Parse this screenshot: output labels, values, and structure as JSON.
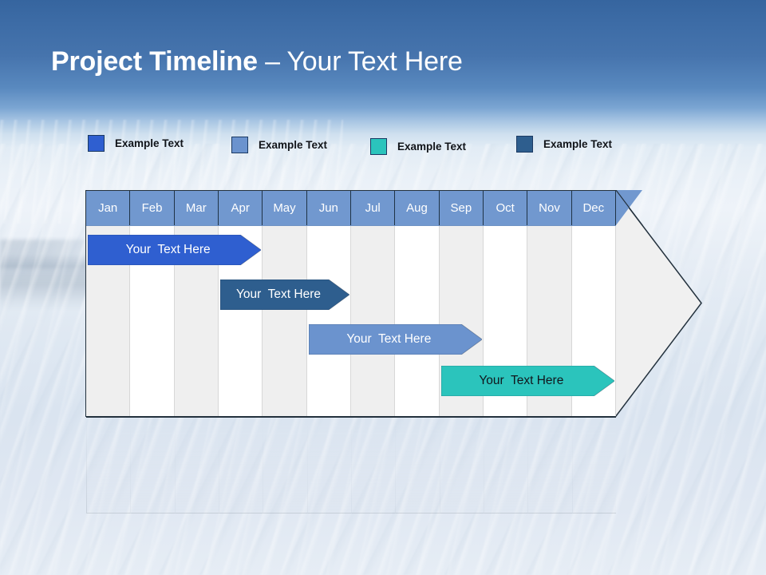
{
  "slide": {
    "title_bold": "Project Timeline",
    "title_separator": " – ",
    "title_light": "Your Text Here"
  },
  "colors": {
    "legend_1": "#2f5fd0",
    "legend_2": "#6b93ce",
    "legend_3": "#2bc4bc",
    "legend_4": "#2e5e8e",
    "header_blue": "#7198cf",
    "stripe_shade": "#efefef",
    "stripe_plain": "#ffffff",
    "frame_fill": "#f0f0f0",
    "frame_outline": "#23313d",
    "title_text": "#ffffff"
  },
  "legend": {
    "items": [
      {
        "label": "Example Text",
        "color": "#2f5fd0"
      },
      {
        "label": "Example Text",
        "color": "#6b93ce"
      },
      {
        "label": "Example Text",
        "color": "#2bc4bc"
      },
      {
        "label": "Example Text",
        "color": "#2e5e8e"
      }
    ]
  },
  "timeline": {
    "months": [
      "Jan",
      "Feb",
      "Mar",
      "Apr",
      "May",
      "Jun",
      "Jul",
      "Aug",
      "Sep",
      "Oct",
      "Nov",
      "Dec"
    ],
    "bars": [
      {
        "label": "Your  Text Here",
        "color": "#2f5fd0",
        "text_color": "#ffffff",
        "start_month": "Jan",
        "end_month": "Apr",
        "row": 1
      },
      {
        "label": "Your  Text Here",
        "color": "#2e5e8e",
        "text_color": "#ffffff",
        "start_month": "Apr",
        "end_month": "Jun",
        "row": 2
      },
      {
        "label": "Your  Text Here",
        "color": "#6b93ce",
        "text_color": "#ffffff",
        "start_month": "Jun",
        "end_month": "Sep",
        "row": 3
      },
      {
        "label": "Your  Text Here",
        "color": "#2bc4bc",
        "text_color": "#11161c",
        "start_month": "Sep",
        "end_month": "Dec",
        "row": 4
      }
    ]
  }
}
